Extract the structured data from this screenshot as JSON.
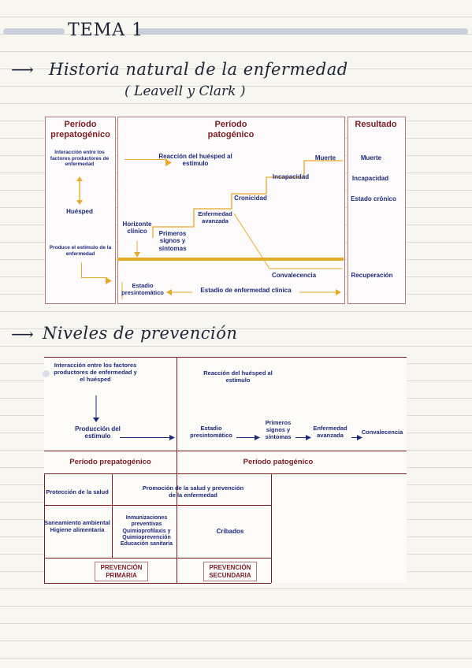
{
  "header": {
    "title": "TEMA 1"
  },
  "section1": {
    "heading": "Historia natural de la enfermedad",
    "subheading": "( Leavell y Clark )"
  },
  "diagram1": {
    "col_prepatogenico": "Período prepatogénico",
    "col_patogenico": "Período patogénico",
    "col_resultado": "Resultado",
    "interaccion": "Interacción entre los factores productores de enfermedad",
    "huesped": "Huésped",
    "produce_estimulo": "Produce el estímulo de la enfermedad",
    "reaccion": "Reacción del huésped al estímulo",
    "horizonte": "Horizonte clínico",
    "primeros": "Primeros signos y síntomas",
    "enf_avanzada": "Enfermedad avanzada",
    "cronicidad": "Cronicidad",
    "incapacidad": "Incapacidad",
    "muerte": "Muerte",
    "convalecencia": "Convalecencia",
    "estadio_presint": "Estadio presintomático",
    "estadio_clinica": "Estadio de enfermedad clínica",
    "res_muerte": "Muerte",
    "res_incapacidad": "Incapacidad",
    "res_cronico": "Estado crónico",
    "res_recuperacion": "Recuperación"
  },
  "section2": {
    "heading": "Niveles de prevención"
  },
  "diagram2": {
    "interaccion": "Interacción entre los factores productores de enfermedad y el huésped",
    "produccion": "Producción del estímulo",
    "reaccion": "Reacción del huésped al estímulo",
    "estadio_presint": "Estadio presintomático",
    "primeros": "Primeros signos y síntomas",
    "enf_avanzada": "Enfermedad avanzada",
    "convalecencia": "Convalecencia",
    "periodo_prepatogenico": "Período prepatogénico",
    "periodo_patogenico": "Período patogénico",
    "proteccion": "Protección de la salud",
    "promocion": "Promoción de la salud y prevención de la enfermedad",
    "saneamiento": "Saneamiento ambiental Higiene alimentaria",
    "inmunizaciones": "Inmunizaciones preventivas Quimioprofilaxis y Quimioprevención Educación sanitaria",
    "cribados": "Cribados",
    "prev_primaria": "PREVENCIÓN PRIMARIA",
    "prev_secundaria": "PREVENCIÓN SECUNDARIA"
  }
}
